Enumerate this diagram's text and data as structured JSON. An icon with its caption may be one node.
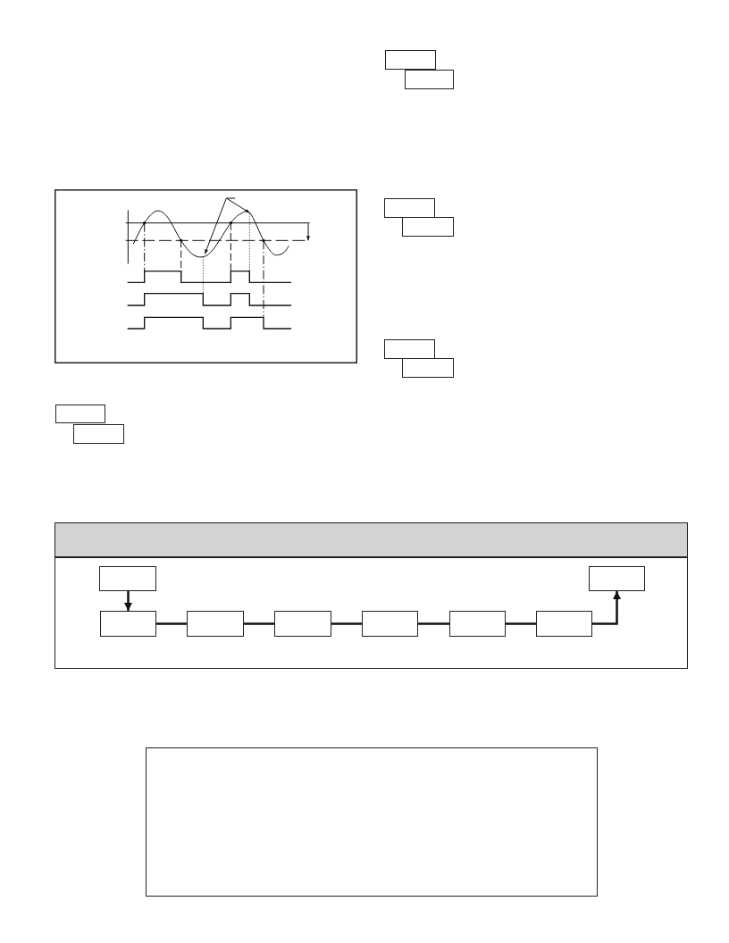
{
  "diagram": {
    "nodes": [
      {
        "text": [],
        "shape": "box"
      },
      {
        "text": [],
        "shape": "box"
      },
      {
        "text": [],
        "shape": "box"
      },
      {
        "text": [],
        "shape": "box"
      },
      {
        "text": [],
        "shape": "box"
      },
      {
        "text": [],
        "shape": "box"
      },
      {
        "text": [],
        "shape": "box"
      },
      {
        "text": [],
        "shape": "box"
      },
      {
        "text": [],
        "shape": "box"
      },
      {
        "text": [],
        "shape": "box",
        "in": 8
      },
      {
        "text": [],
        "shape": "box",
        "in": 8
      },
      {
        "text": [],
        "shape": "box",
        "in": 8
      },
      {
        "text": [],
        "shape": "box",
        "in": 8
      },
      {
        "text": [],
        "shape": "box",
        "in": 8
      },
      {
        "text": [],
        "shape": "box",
        "in": 8
      },
      {
        "text": [],
        "shape": "box",
        "in": 8
      },
      {
        "text": [],
        "shape": "box",
        "in": 8
      },
      {
        "text": [],
        "shape": "box"
      }
    ],
    "edges": [
      {
        "from": 9,
        "to": 11,
        "arrow": "to"
      },
      {
        "from": 11,
        "to": 12,
        "arrow": "none"
      },
      {
        "from": 12,
        "to": 13,
        "arrow": "none"
      },
      {
        "from": 13,
        "to": 14,
        "arrow": "none"
      },
      {
        "from": 14,
        "to": 15,
        "arrow": "none"
      },
      {
        "from": 15,
        "to": 16,
        "arrow": "none"
      },
      {
        "from": 16,
        "to": 10,
        "arrow": "to"
      }
    ]
  }
}
